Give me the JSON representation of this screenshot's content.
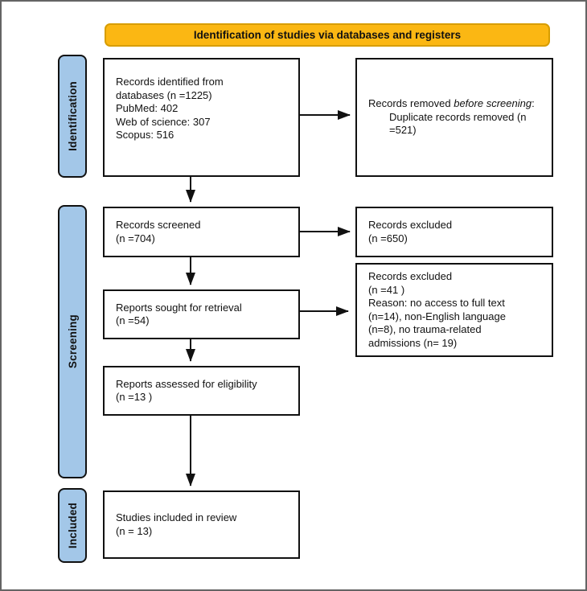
{
  "banner": {
    "title": "Identification of studies via databases and registers"
  },
  "stages": {
    "identification": "Identification",
    "screening": "Screening",
    "included": "Included"
  },
  "boxes": {
    "records_identified": {
      "text": "Records identified from\ndatabases (n =1225)\nPubMed: 402\nWeb of science: 307\nScopus: 516"
    },
    "records_removed": {
      "prefix": "Records removed ",
      "italic": "before screening",
      "suffix": ":",
      "detail": "Duplicate records removed (n\n=521)"
    },
    "records_screened": {
      "text": "Records screened\n(n =704)"
    },
    "records_excluded_screening": {
      "text": "Records excluded\n(n =650)"
    },
    "reports_sought": {
      "text": "Reports sought for retrieval\n(n =54)"
    },
    "records_excluded_retrieval": {
      "text": "Records excluded\n(n =41 )\nReason: no access to full text\n(n=14), non-English language\n(n=8), no trauma-related\nadmissions (n= 19)"
    },
    "reports_assessed": {
      "text": "Reports assessed for eligibility\n(n =13 )"
    },
    "studies_included": {
      "text": "Studies included in review\n(n = 13)"
    }
  },
  "colors": {
    "banner_fill": "#FBB713",
    "banner_border": "#D79D00",
    "stage_fill": "#A3C7E8",
    "box_border": "#111111",
    "arrow": "#111111",
    "frame_border": "#646464"
  }
}
